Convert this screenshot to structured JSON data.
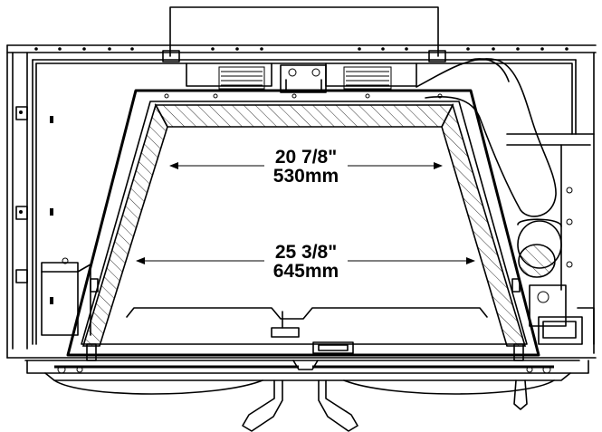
{
  "dimensions": {
    "top": {
      "imperial": "20  7/8\"",
      "metric": "530mm"
    },
    "bottom": {
      "imperial": "25  3/8\"",
      "metric": "645mm"
    }
  }
}
